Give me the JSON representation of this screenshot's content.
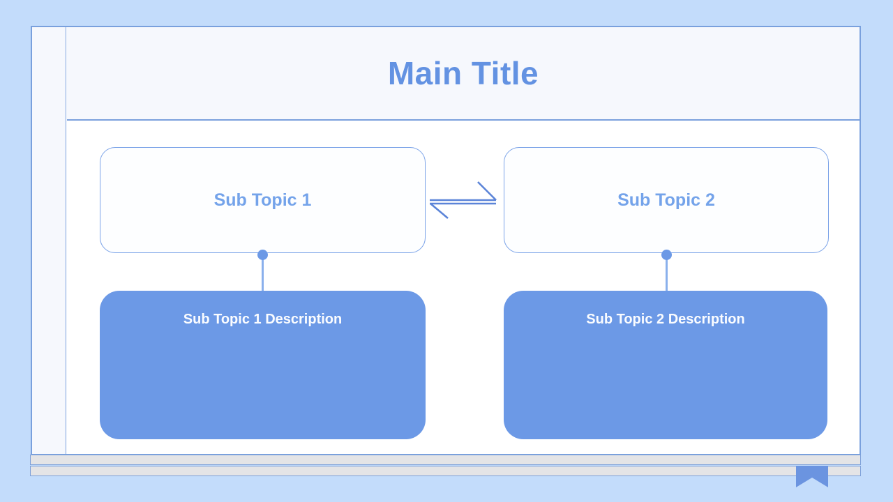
{
  "slide": {
    "title": "Main Title",
    "topics": [
      {
        "label": "Sub Topic 1",
        "description": "Sub Topic 1 Description"
      },
      {
        "label": "Sub Topic 2",
        "description": "Sub Topic 2 Description"
      }
    ],
    "icons": {
      "exchange_arrow": "equilibrium-double-arrow",
      "bookmark": "bookmark-ribbon"
    },
    "colors": {
      "page_background": "#c3dcfb",
      "panel_fill": "#f6f8fd",
      "content_fill": "#ffffff",
      "frame_border": "#79a0dd",
      "title_text": "#6392e2",
      "topic_border": "#7ba3e8",
      "topic_text": "#74a3ea",
      "description_fill": "#6c99e6",
      "description_text": "#ffffff",
      "connector": "#8ab0ec",
      "strip_fill": "#e4e4e6",
      "strip_border": "#7b9fd9",
      "ribbon_fill": "#6b94e0"
    }
  }
}
